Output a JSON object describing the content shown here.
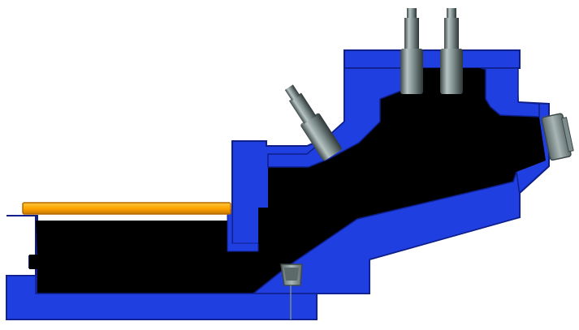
{
  "scene": {
    "background": "#ffffff",
    "colors": {
      "wall": "#1f3fe0",
      "wall_edge": "#0f1f8a",
      "wall_highlight": "#4a6cff",
      "cavity": "#000000",
      "platform": "#ffa500",
      "platform_edge": "#b36b00",
      "metal_light": "#b8c4c4",
      "metal_mid": "#7c8b8b",
      "metal_dark": "#3e4848"
    },
    "objects": [
      {
        "name": "level-structure",
        "icon": "blue-wall-structure"
      },
      {
        "name": "orange-platform",
        "icon": "platform"
      },
      {
        "name": "vertical-cannon-left",
        "icon": "cannon-icon"
      },
      {
        "name": "vertical-cannon-right",
        "icon": "cannon-icon"
      },
      {
        "name": "diagonal-cannon",
        "icon": "cannon-icon"
      },
      {
        "name": "side-plug",
        "icon": "plug-icon"
      },
      {
        "name": "floor-sensor",
        "icon": "sensor-icon"
      }
    ]
  }
}
